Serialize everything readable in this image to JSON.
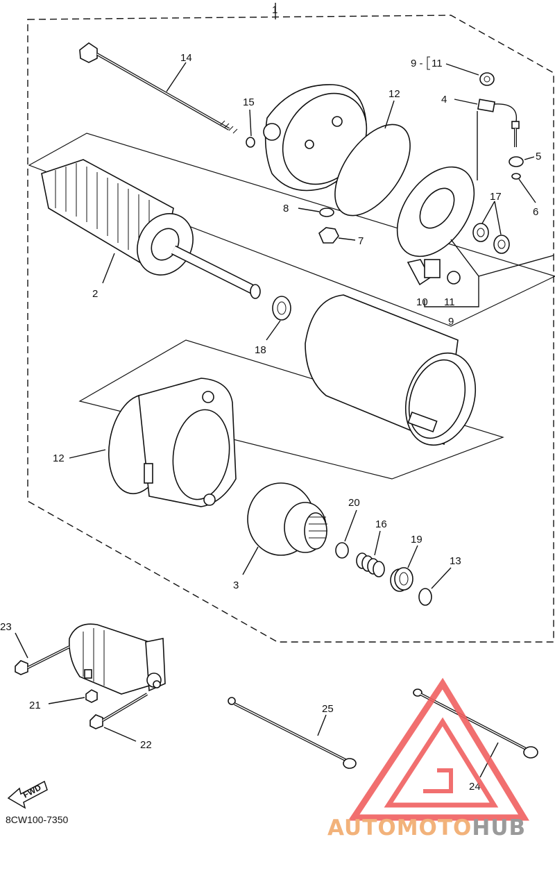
{
  "diagram": {
    "assembly_label": "1",
    "callouts": {
      "c14": "14",
      "c15": "15",
      "c12a": "12",
      "c9_11": "9 -",
      "c11b": "11",
      "c4": "4",
      "c5": "5",
      "c6": "6",
      "c17": "17",
      "c8": "8",
      "c7": "7",
      "c2": "2",
      "c10": "10",
      "c11": "11",
      "c9": "9",
      "c18": "18",
      "c12b": "12",
      "c20": "20",
      "c16": "16",
      "c19": "19",
      "c13": "13",
      "c3": "3",
      "c23": "23",
      "c21": "21",
      "c22": "22",
      "c25": "25",
      "c24": "24"
    },
    "direction_label": "FWD",
    "diagram_code": "8CW100-7350"
  },
  "watermark": {
    "part1": "AUTOMOTO",
    "part2": "HUB",
    "colors": {
      "accent": "#f06060",
      "orange": "#f2b27a",
      "gray": "#9a9a9a"
    }
  }
}
